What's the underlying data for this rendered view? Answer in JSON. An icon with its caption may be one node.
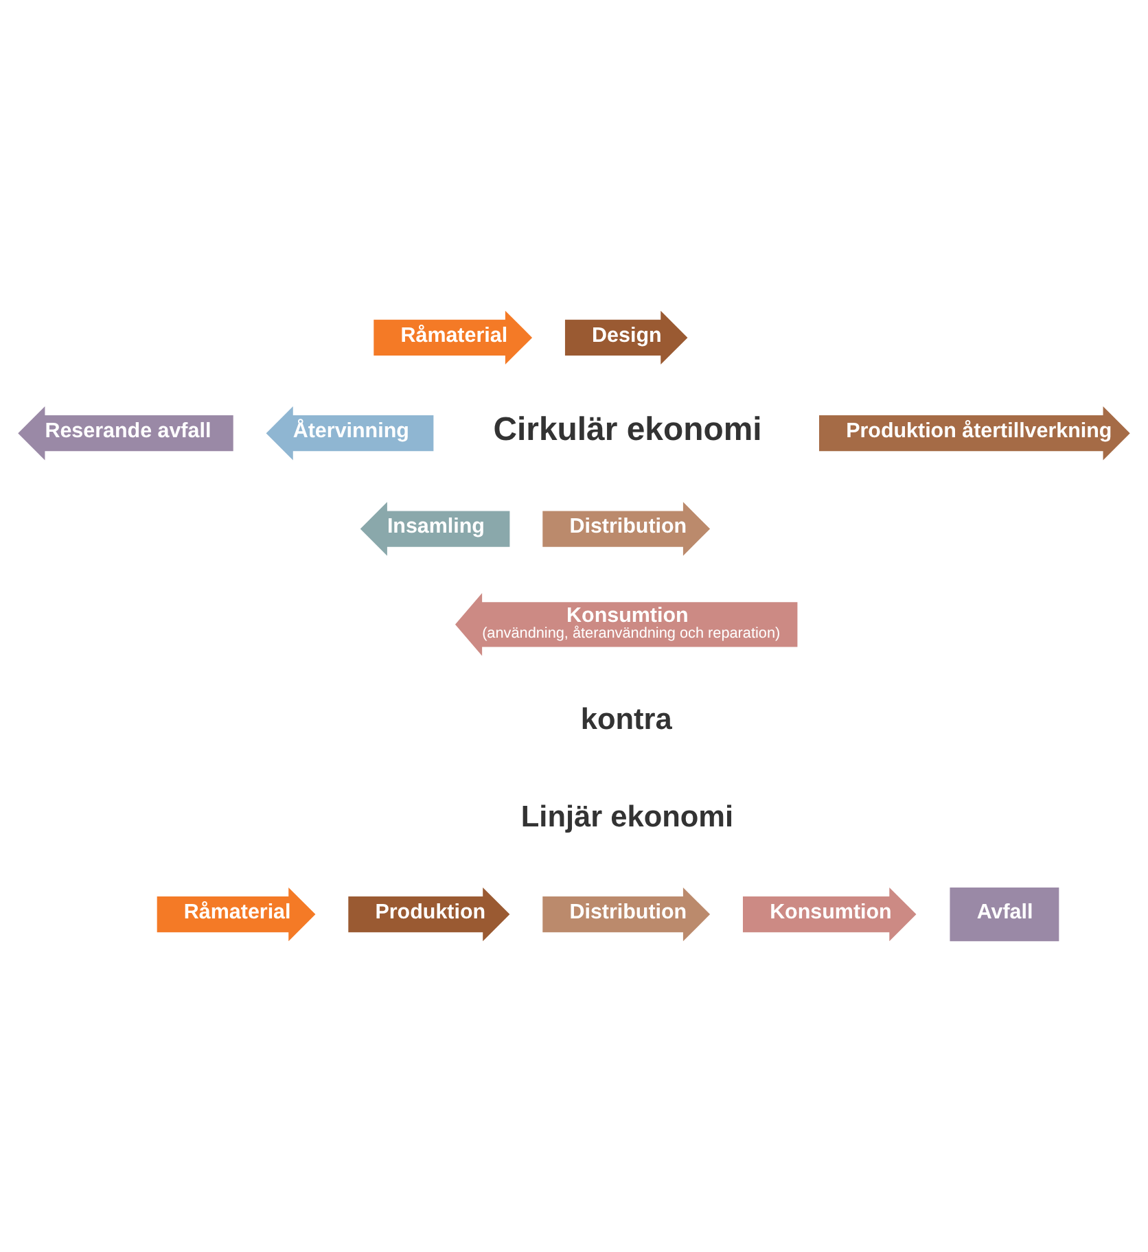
{
  "diagram": {
    "nodes": [
      {
        "text": [
          "Råmaterial"
        ]
      },
      {
        "text": [
          "Design"
        ]
      },
      {
        "text": [
          "Produktion återtillverkning"
        ]
      },
      {
        "text": [
          "Distribution"
        ]
      },
      {
        "text": [
          "Konsumtion",
          "(användning, återanvändning och reparation)"
        ]
      },
      {
        "text": [
          "Insamling"
        ]
      },
      {
        "text": [
          "Återvinning"
        ]
      },
      {
        "text": [
          "Reserande avfall"
        ]
      },
      {
        "text": [
          "Råmaterial"
        ]
      },
      {
        "text": [
          "Produktion"
        ]
      },
      {
        "text": [
          "Distribution"
        ]
      },
      {
        "text": [
          "Konsumtion"
        ]
      },
      {
        "text": [
          "Avfall"
        ]
      }
    ],
    "labels": [
      "Cirkulär ekonomi",
      "kontra",
      "Linjär ekonomi"
    ]
  }
}
